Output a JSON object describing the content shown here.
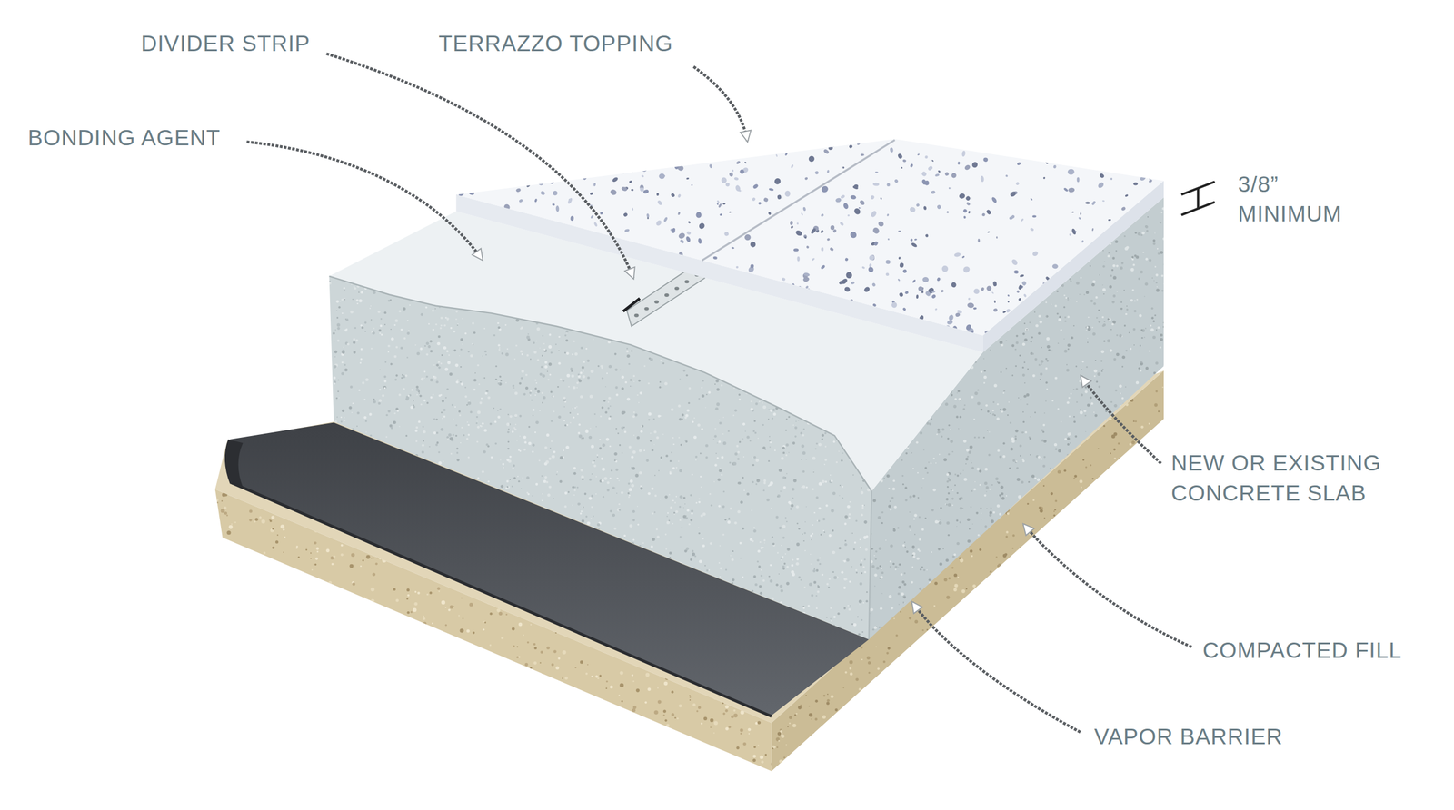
{
  "diagram": {
    "labels": [
      "DIVIDER STRIP",
      "TERRAZZO TOPPING",
      "BONDING AGENT",
      "3/8” MINIMUM",
      "NEW OR EXISTING CONCRETE SLAB",
      "COMPACTED FILL",
      "VAPOR BARRIER"
    ]
  }
}
